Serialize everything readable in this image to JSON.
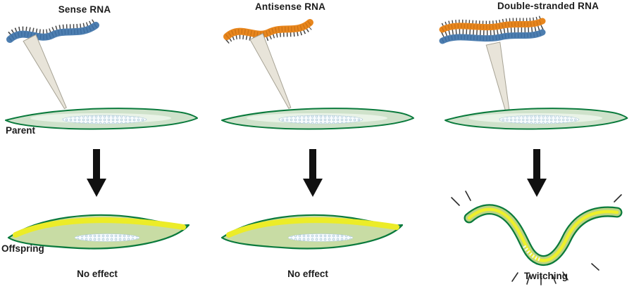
{
  "diagram": {
    "row_labels": {
      "parent": "Parent",
      "offspring": "Offspring"
    },
    "columns": [
      {
        "rna_label": "Sense RNA",
        "result_label": "No effect"
      },
      {
        "rna_label": "Antisense RNA",
        "result_label": "No effect"
      },
      {
        "rna_label": "Double-stranded RNA",
        "result_label": "Twitching"
      }
    ],
    "colors": {
      "sense_rna": "#4d7eb0",
      "antisense_rna": "#e8861d",
      "rna_teeth": "#474747",
      "worm_outline": "#0a7a3c",
      "parent_body": "#cfe2cb",
      "offspring_body": "#c8dca4",
      "offspring_yellow": "#ecec28",
      "needle": "#e8e4d9",
      "arrow": "#111111",
      "background": "#ffffff"
    }
  }
}
